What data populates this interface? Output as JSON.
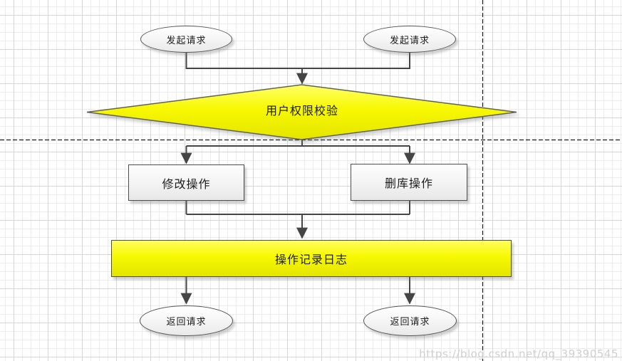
{
  "page": {
    "watermark": "https://blog.csdn.net/qq_39390545"
  },
  "nodes": {
    "start_left": {
      "label": "发起请求",
      "shape": "ellipse"
    },
    "start_right": {
      "label": "发起请求",
      "shape": "ellipse"
    },
    "decision": {
      "label": "用户权限校验",
      "shape": "diamond"
    },
    "op_modify": {
      "label": "修改操作",
      "shape": "rectangle"
    },
    "op_delete": {
      "label": "删库操作",
      "shape": "rectangle"
    },
    "log_bar": {
      "label": "操作记录日志",
      "shape": "rectangle"
    },
    "end_left": {
      "label": "返回请求",
      "shape": "ellipse"
    },
    "end_right": {
      "label": "返回请求",
      "shape": "ellipse"
    }
  },
  "colors": {
    "highlight_yellow": "#f7f800",
    "shape_border": "#4d4d4d",
    "connector": "#454545",
    "grid_minor": "#ececec",
    "grid_major": "#d6d6d6",
    "page_break": "#1a1a1a",
    "watermark_gray": "#cdd0d3"
  }
}
